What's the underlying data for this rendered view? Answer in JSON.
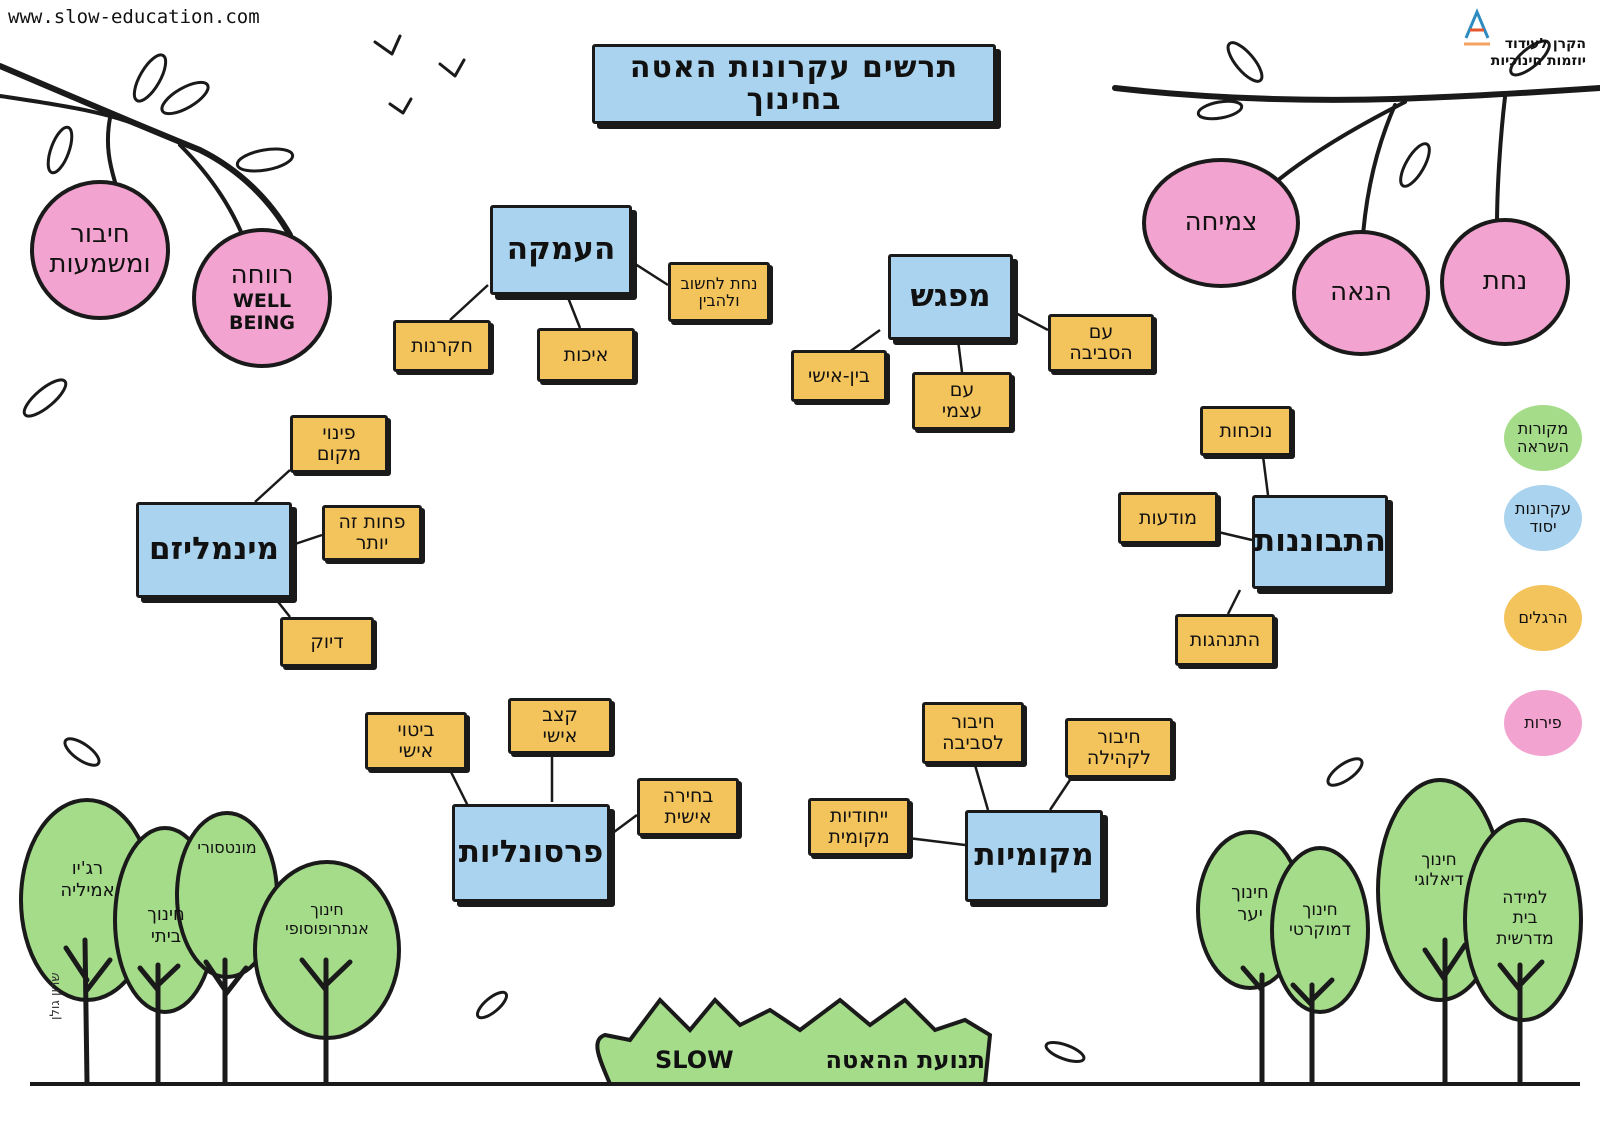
{
  "header": {
    "website": "www.slow-education.com",
    "title": "תרשים עקרונות האטה בחינוך",
    "sponsor_line1": "הקרן לעידוד",
    "sponsor_line2": "יוזמות חינוכיות",
    "logo_icon": "sponsor-logo-icon"
  },
  "fruits": [
    {
      "lines": [
        "חיבור",
        "ומשמעות"
      ]
    },
    {
      "lines": [
        "רווחה"
      ],
      "en": [
        "WELL",
        "BEING"
      ]
    },
    {
      "lines": [
        "צמיחה"
      ]
    },
    {
      "lines": [
        "הנאה"
      ]
    },
    {
      "lines": [
        "נחת"
      ]
    }
  ],
  "clusters": [
    {
      "core": "העמקה",
      "habits": [
        {
          "lines": [
            "נחת לחשוב",
            "ולהבין"
          ]
        },
        {
          "lines": [
            "חקרנות"
          ]
        },
        {
          "lines": [
            "איכות"
          ]
        }
      ]
    },
    {
      "core": "מפגש",
      "habits": [
        {
          "lines": [
            "עם",
            "הסביבה"
          ]
        },
        {
          "lines": [
            "בין-אישי"
          ]
        },
        {
          "lines": [
            "עם",
            "עצמי"
          ]
        }
      ]
    },
    {
      "core": "מינמליזם",
      "habits": [
        {
          "lines": [
            "פינוי",
            "מקום"
          ]
        },
        {
          "lines": [
            "פחות זה",
            "יותר"
          ]
        },
        {
          "lines": [
            "דיוק"
          ]
        }
      ]
    },
    {
      "core": "התבוננות",
      "habits": [
        {
          "lines": [
            "נוכחות"
          ]
        },
        {
          "lines": [
            "מודעות"
          ]
        },
        {
          "lines": [
            "התנהגות"
          ]
        }
      ]
    },
    {
      "core": "פרסונליות",
      "habits": [
        {
          "lines": [
            "ביטוי",
            "אישי"
          ]
        },
        {
          "lines": [
            "קצב",
            "אישי"
          ]
        },
        {
          "lines": [
            "בחירה",
            "אישית"
          ]
        }
      ]
    },
    {
      "core": "מקומיות",
      "habits": [
        {
          "lines": [
            "חיבור",
            "לסביבה"
          ]
        },
        {
          "lines": [
            "חיבור",
            "לקהילה"
          ]
        },
        {
          "lines": [
            "ייחודיות",
            "מקומית"
          ]
        }
      ]
    }
  ],
  "trees": [
    {
      "lines": [
        "רג'יו",
        "אמיליה"
      ]
    },
    {
      "lines": [
        "חינוך",
        "ביתי"
      ]
    },
    {
      "lines": [
        "מונטסורי"
      ]
    },
    {
      "lines": [
        "חינוך",
        "אנתרופוסופי"
      ]
    },
    {
      "lines": [
        "חינוך",
        "יער"
      ]
    },
    {
      "lines": [
        "חינוך",
        "דמוקרטי"
      ]
    },
    {
      "lines": [
        "חינוך",
        "דיאלוגי"
      ]
    },
    {
      "lines": [
        "למידה",
        "בית",
        "מדרשית"
      ]
    }
  ],
  "legend": [
    {
      "lines": [
        "מקורות",
        "השראה"
      ],
      "color": "#a5dc8a"
    },
    {
      "lines": [
        "עקרונות",
        "יסוד"
      ],
      "color": "#a9d3ee"
    },
    {
      "lines": [
        "הרגלים"
      ],
      "color": "#f4c45c"
    },
    {
      "lines": [
        "פירות"
      ],
      "color": "#f2a3cf"
    }
  ],
  "footer": {
    "bush_word1": "SLOW",
    "bush_word2": "תנועת ההאטה",
    "signature": "שרון גולן"
  },
  "colors": {
    "core": "#a9d3ee",
    "habit": "#f4c45c",
    "fruit": "#f2a3cf",
    "tree": "#a5dc8a",
    "ink": "#1a1a1a"
  }
}
